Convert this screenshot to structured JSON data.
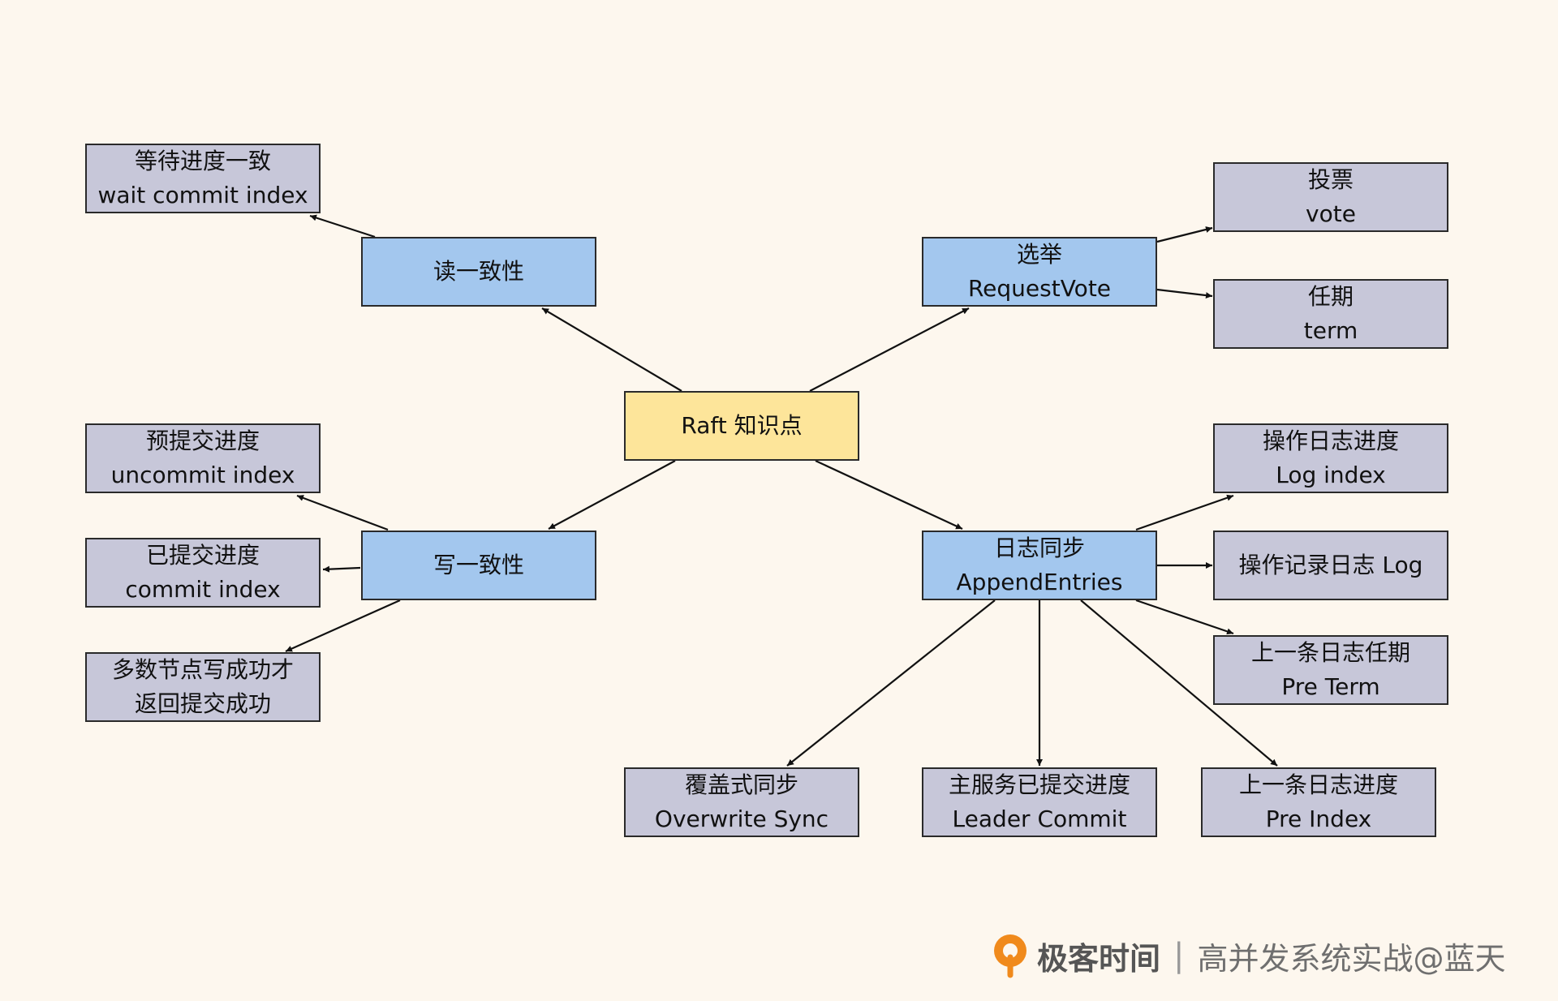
{
  "diagram": {
    "root": {
      "label": "Raft 知识点"
    },
    "read": {
      "label": "读一致性"
    },
    "read_wait": {
      "line1": "等待进度一致",
      "line2": "wait commit index"
    },
    "write": {
      "label": "写一致性"
    },
    "write_uncommit": {
      "line1": "预提交进度",
      "line2": "uncommit index"
    },
    "write_commit": {
      "line1": "已提交进度",
      "line2": "commit index"
    },
    "write_majority": {
      "line1": "多数节点写成功才",
      "line2": "返回提交成功"
    },
    "election": {
      "line1": "选举",
      "line2": "RequestVote"
    },
    "vote": {
      "line1": "投票",
      "line2": "vote"
    },
    "term": {
      "line1": "任期",
      "line2": "term"
    },
    "logsync": {
      "line1": "日志同步",
      "line2": "AppendEntries"
    },
    "log_index": {
      "line1": "操作日志进度",
      "line2": "Log index"
    },
    "log_record": {
      "label": "操作记录日志 Log"
    },
    "pre_term": {
      "line1": "上一条日志任期",
      "line2": "Pre Term"
    },
    "pre_index": {
      "line1": "上一条日志进度",
      "line2": "Pre Index"
    },
    "leader_commit": {
      "line1": "主服务已提交进度",
      "line2": "Leader Commit"
    },
    "overwrite": {
      "line1": "覆盖式同步",
      "line2": "Overwrite Sync"
    }
  },
  "footer": {
    "brand": "极客时间",
    "separator": "|",
    "caption": "高并发系统实战@蓝天"
  },
  "colors": {
    "background": "#fdf7ee",
    "root_fill": "#fde59a",
    "branch_fill": "#a3c7ee",
    "leaf_fill": "#c7c7d9",
    "border": "#2a2a2a",
    "logo_orange": "#f08a1c"
  }
}
